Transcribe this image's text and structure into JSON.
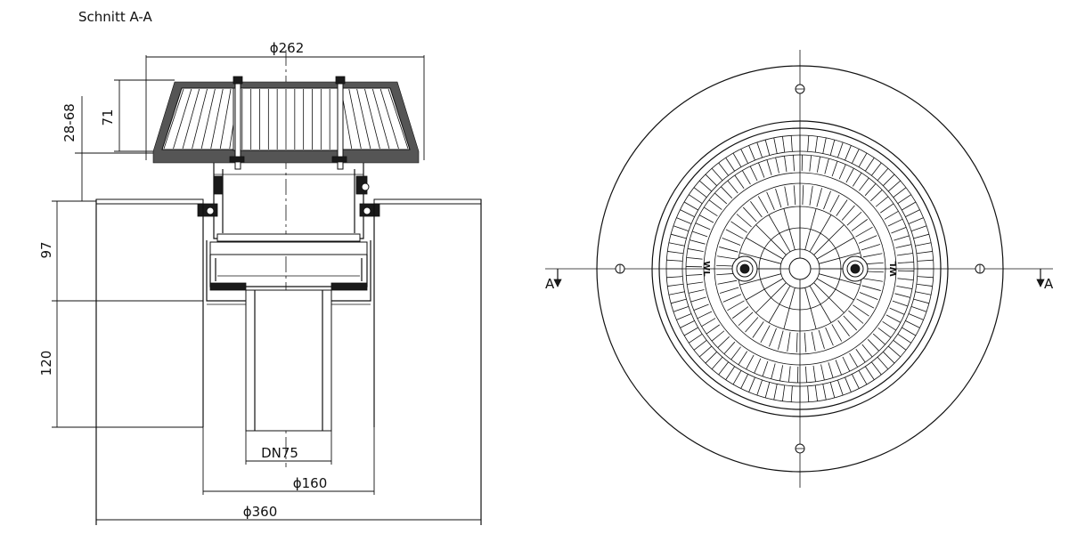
{
  "section_title": "Schnitt A-A",
  "dimensions": {
    "dia_top": "ϕ262",
    "h_grate": "71",
    "h_adjust": "28-68",
    "h_upper": "97",
    "h_lower": "120",
    "pipe_dn": "DN75",
    "dia_mid": "ϕ160",
    "dia_flange": "ϕ360"
  },
  "plan_view": {
    "section_marker_left": "A",
    "section_marker_right": "A",
    "grate_mark_left": "WL",
    "grate_mark_right": "WL"
  },
  "colors": {
    "line": "#111111",
    "fill": "#1a1a1a",
    "background": "#ffffff"
  }
}
